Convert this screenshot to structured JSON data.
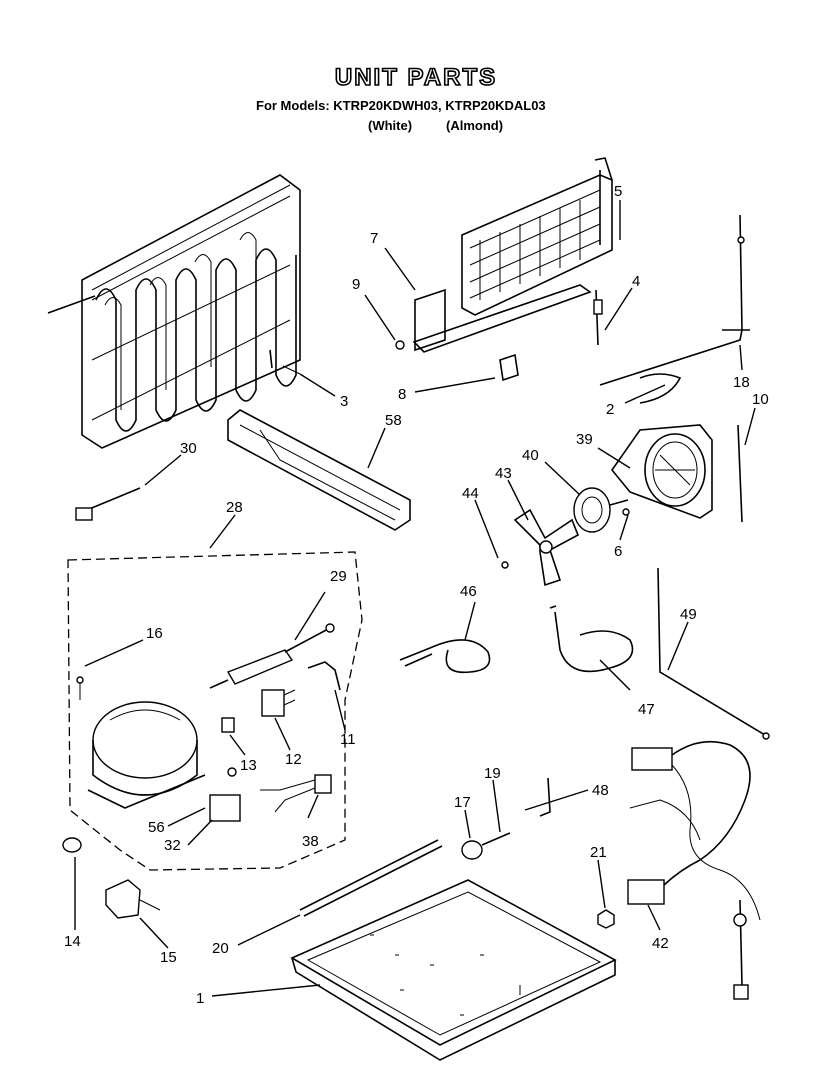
{
  "header": {
    "title": "UNIT PARTS",
    "models_line": "For Models: KTRP20KDWH03, KTRP20KDAL03",
    "color_white": "(White)",
    "color_almond": "(Almond)"
  },
  "callouts": [
    "1",
    "2",
    "3",
    "4",
    "5",
    "6",
    "7",
    "8",
    "9",
    "10",
    "11",
    "12",
    "13",
    "14",
    "15",
    "16",
    "17",
    "18",
    "19",
    "20",
    "21",
    "28",
    "29",
    "30",
    "32",
    "38",
    "39",
    "40",
    "42",
    "43",
    "44",
    "46",
    "47",
    "48",
    "49",
    "56",
    "58"
  ]
}
